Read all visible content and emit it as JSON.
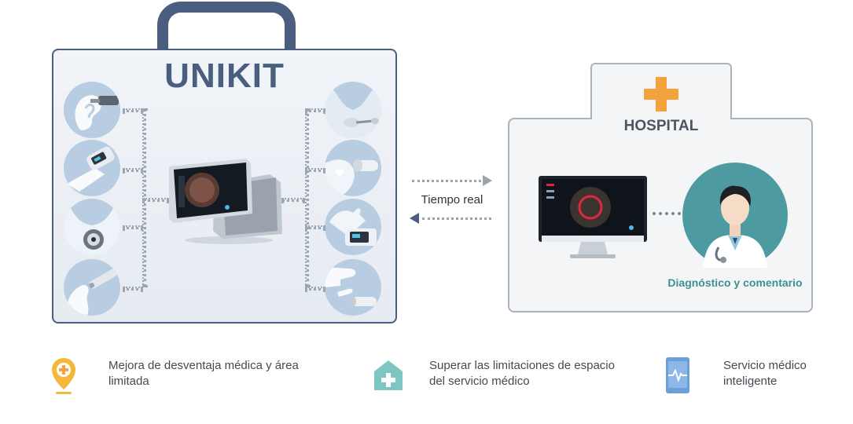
{
  "unikit": {
    "title": "UNIKIT",
    "left_tools": [
      "otoscope-icon",
      "pulse-oximeter-icon",
      "stethoscope-icon",
      "thermometer-icon"
    ],
    "right_tools": [
      "throat-scope-icon",
      "skin-scope-icon",
      "blood-pressure-icon",
      "nasal-scope-icon"
    ]
  },
  "link": {
    "label": "Tiempo real"
  },
  "hospital": {
    "title": "HOSPITAL",
    "caption": "Diagnóstico y comentario"
  },
  "benefits": [
    {
      "icon": "location-pin-icon",
      "line1": "Mejora de desventaja médica y área",
      "line2": "limitada"
    },
    {
      "icon": "clinic-house-icon",
      "line1": "Superar las limitaciones de espacio",
      "line2": "del servicio médico"
    },
    {
      "icon": "smartphone-health-icon",
      "line1": "Servicio médico",
      "line2": "inteligente"
    }
  ],
  "colors": {
    "case_navy": "#4a5f7f",
    "tool_blue": "#b8cde2",
    "hospital_orange": "#f4a23c",
    "doctor_teal": "#4d9aa0",
    "caption_teal": "#3e9192",
    "benefit_blue": "#6b9fd8"
  }
}
